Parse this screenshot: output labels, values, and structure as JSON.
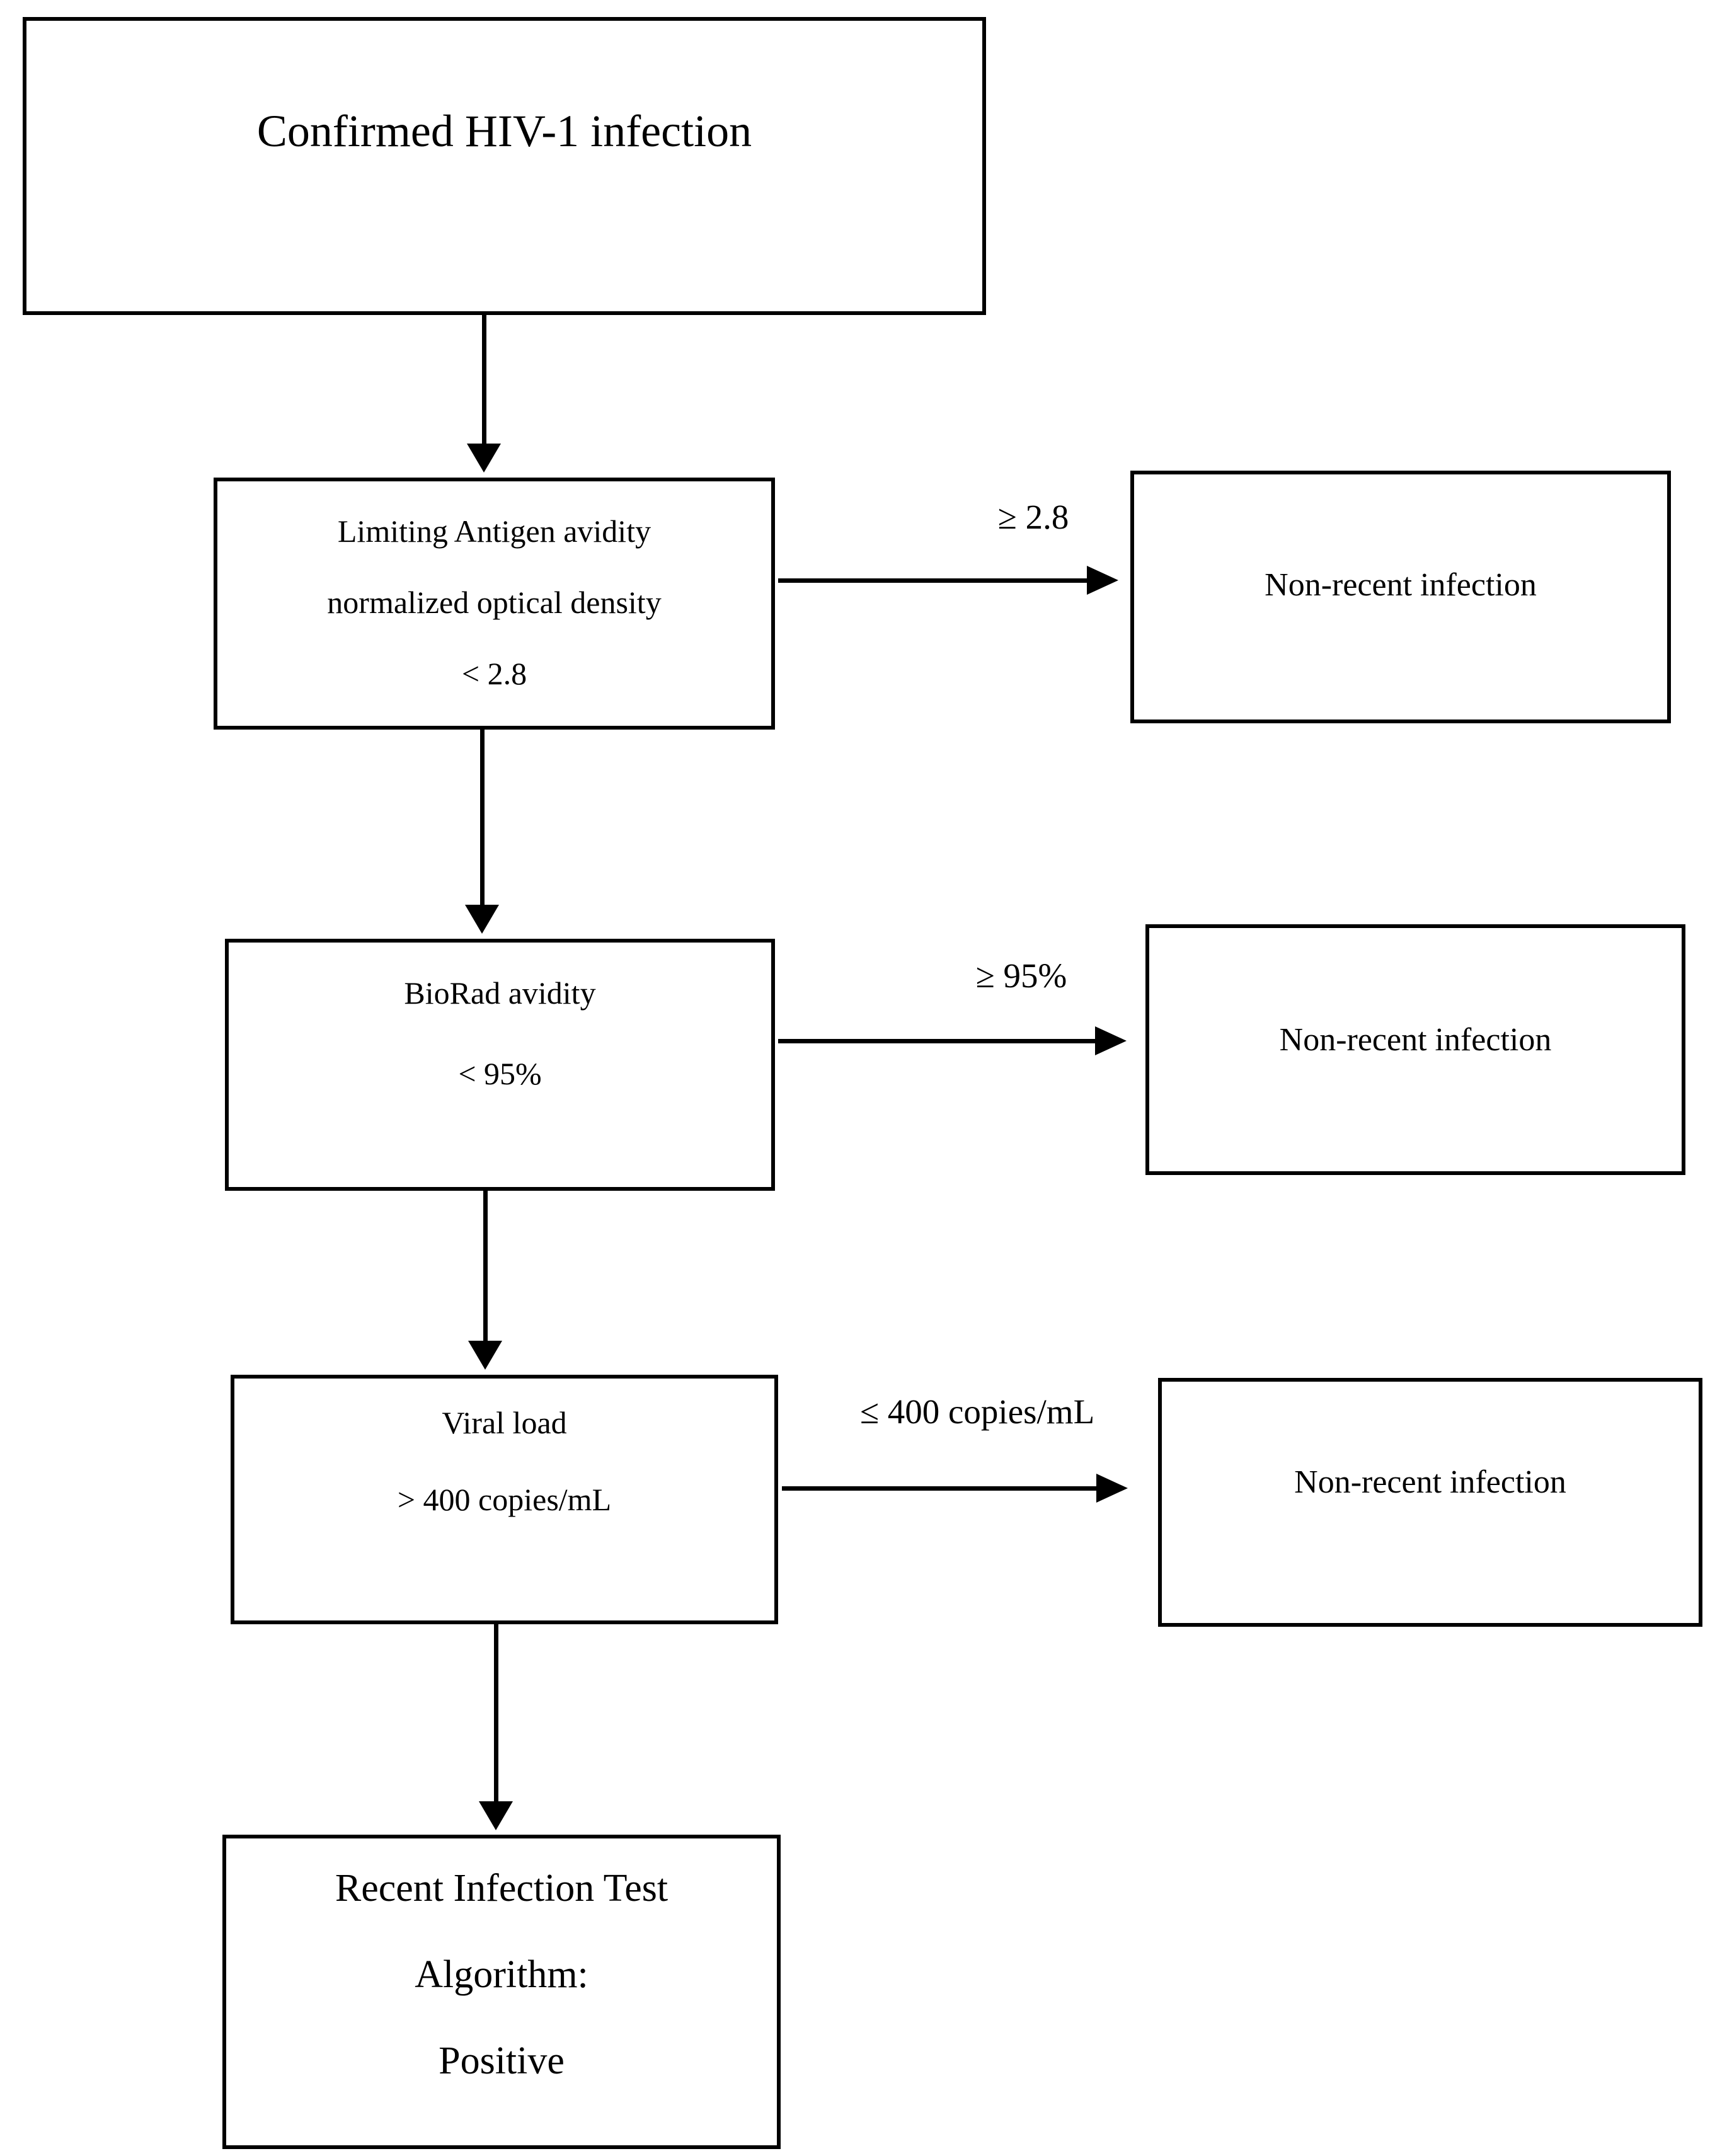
{
  "figure": {
    "type": "flowchart",
    "background_color": "#ffffff",
    "line_color": "#000000",
    "text_color": "#000000",
    "nodes": {
      "confirmed": {
        "lines": [
          "Confirmed HIV-1 infection"
        ]
      },
      "lag": {
        "lines": [
          "Limiting Antigen avidity",
          "normalized optical density",
          "< 2.8"
        ]
      },
      "non_recent_1": {
        "lines": [
          "Non-recent infection"
        ]
      },
      "biorad": {
        "lines": [
          "BioRad avidity",
          "< 95%"
        ]
      },
      "non_recent_2": {
        "lines": [
          "Non-recent infection"
        ]
      },
      "viral_load": {
        "lines": [
          "Viral load",
          "> 400 copies/mL"
        ]
      },
      "non_recent_3": {
        "lines": [
          "Non-recent infection"
        ]
      },
      "rita": {
        "lines": [
          "Recent Infection Test",
          "Algorithm:",
          "Positive"
        ]
      }
    },
    "edge_labels": {
      "lag_to_non_recent": "≥ 2.8",
      "biorad_to_non_recent": "≥ 95%",
      "viral_to_non_recent": "≤ 400 copies/mL"
    }
  }
}
